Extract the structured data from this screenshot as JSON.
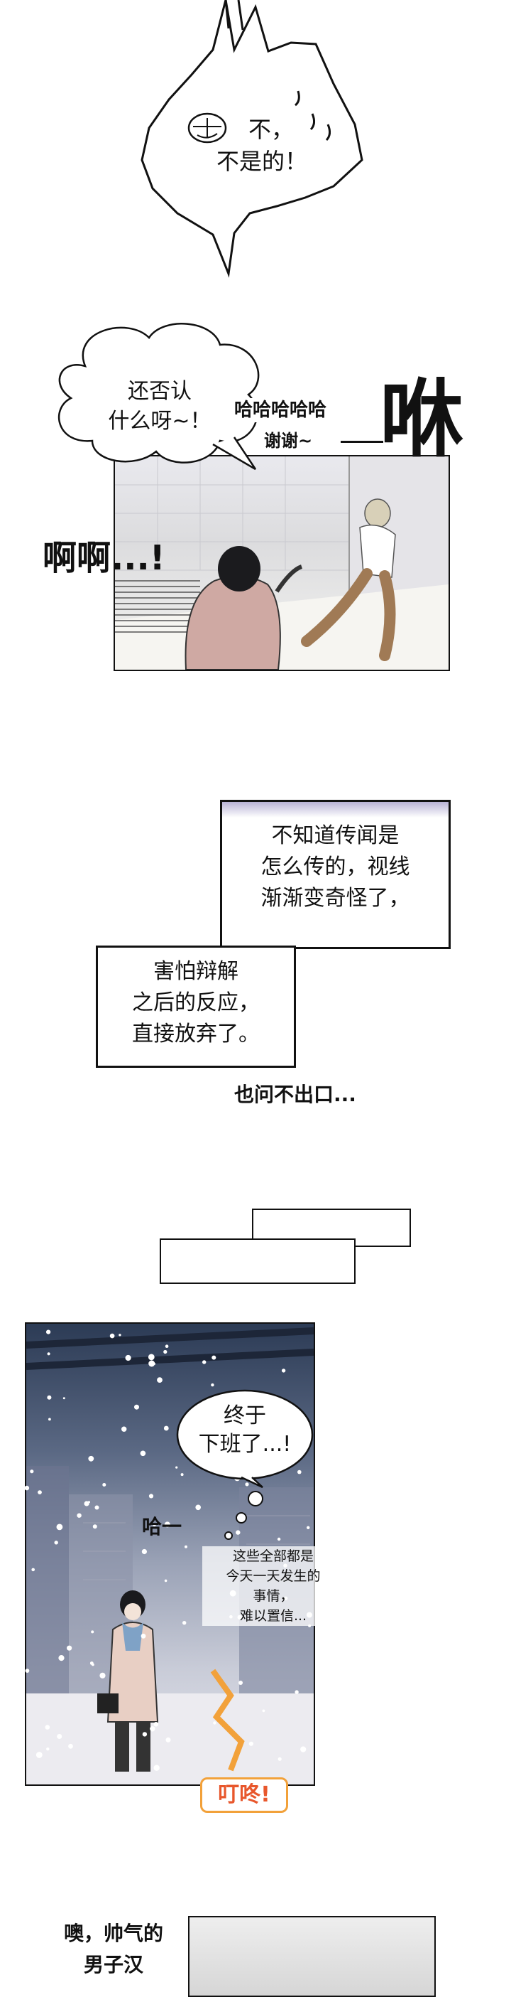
{
  "spiky_bubble": {
    "line1": "不，",
    "line2": "不是的！"
  },
  "speech_bubble_1": {
    "line1": "还否认",
    "line2": "什么呀~！"
  },
  "laugh_text": "哈哈哈哈哈",
  "thanks_text": "谢谢~",
  "sfx_whoosh": "咻",
  "sfx_ahh": "啊啊...!",
  "narration_1": {
    "line1": "不知道传闻是",
    "line2": "怎么传的，视线",
    "line3": "渐渐变奇怪了，"
  },
  "narration_2": {
    "line1": "害怕辩解",
    "line2": "之后的反应，",
    "line3": "直接放弃了。"
  },
  "cant_ask": "也问不出口...",
  "speech_bubble_2": {
    "line1": "终于",
    "line2": "下班了...!"
  },
  "sigh_text": "哈一",
  "inner_thought": {
    "line1": "这些全部都是",
    "line2": "今天一天发生的",
    "line3": "事情，",
    "line4": "难以置信..."
  },
  "sfx_ding": "叮咚!",
  "bottom_caption": {
    "line1": "噢，帅气的",
    "line2": "男子汉"
  },
  "colors": {
    "ding_orange": "#f2a13a",
    "ding_text": "#e8572c",
    "night_sky": "#2c3b55",
    "narration_top": "#b9b3d6"
  }
}
